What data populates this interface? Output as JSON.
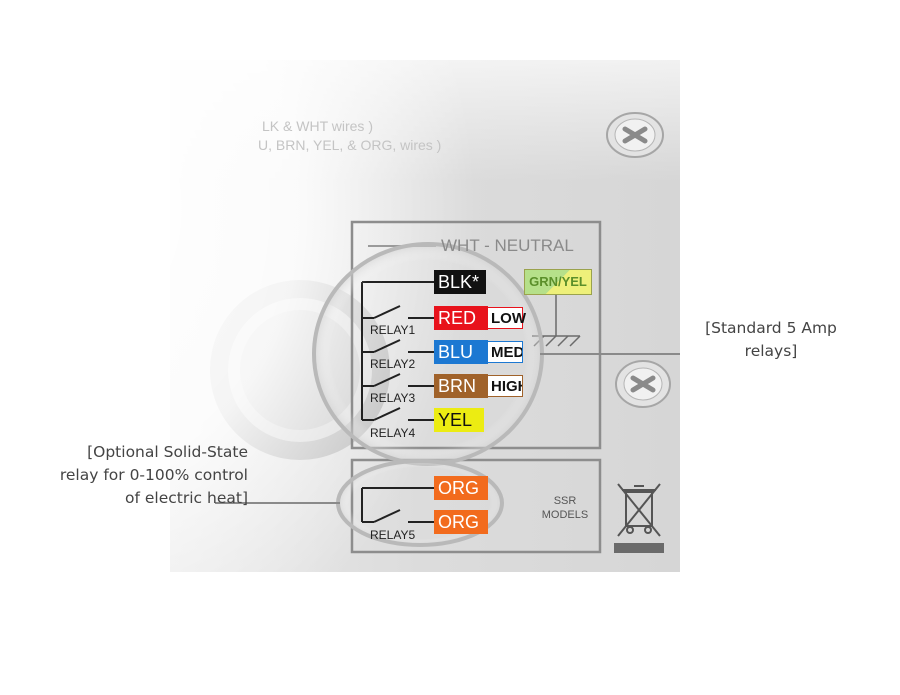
{
  "faded_text": {
    "line1": "LK & WHT wires )",
    "line2": "U, BRN, YEL, & ORG, wires )"
  },
  "neutral_label": "WHT - NEUTRAL",
  "ground_label": "GRN/YEL",
  "wires": [
    {
      "code": "BLK*",
      "color": "#111111",
      "text_color": "#ffffff",
      "speed": ""
    },
    {
      "code": "RED",
      "color": "#e8121b",
      "text_color": "#ffffff",
      "speed": "LOW",
      "speed_border": "#e8121b"
    },
    {
      "code": "BLU",
      "color": "#1c78d2",
      "text_color": "#ffffff",
      "speed": "MED",
      "speed_border": "#1c78d2"
    },
    {
      "code": "BRN",
      "color": "#a0622a",
      "text_color": "#ffffff",
      "speed": "HIGH",
      "speed_border": "#a0622a"
    },
    {
      "code": "YEL",
      "color": "#ecec12",
      "text_color": "#111111",
      "speed": ""
    }
  ],
  "relays": [
    "RELAY1",
    "RELAY2",
    "RELAY3",
    "RELAY4",
    "RELAY5"
  ],
  "ssr_wires": [
    {
      "code": "ORG",
      "color": "#f26b1d",
      "text_color": "#ffffff"
    },
    {
      "code": "ORG",
      "color": "#f26b1d",
      "text_color": "#ffffff"
    }
  ],
  "ssr_label": {
    "line1": "SSR",
    "line2": "MODELS"
  },
  "callouts": {
    "right": {
      "line1": "[Standard 5 Amp",
      "line2": "relays]"
    },
    "left": {
      "line1": "[Optional Solid-State",
      "line2": "relay for 0-100% control",
      "line3": "of electric heat]"
    }
  },
  "icons": [
    "screw-icon",
    "weee-bin-icon",
    "ground-symbol-icon",
    "relay-switch-icon",
    "magnifier-lens-icon"
  ]
}
